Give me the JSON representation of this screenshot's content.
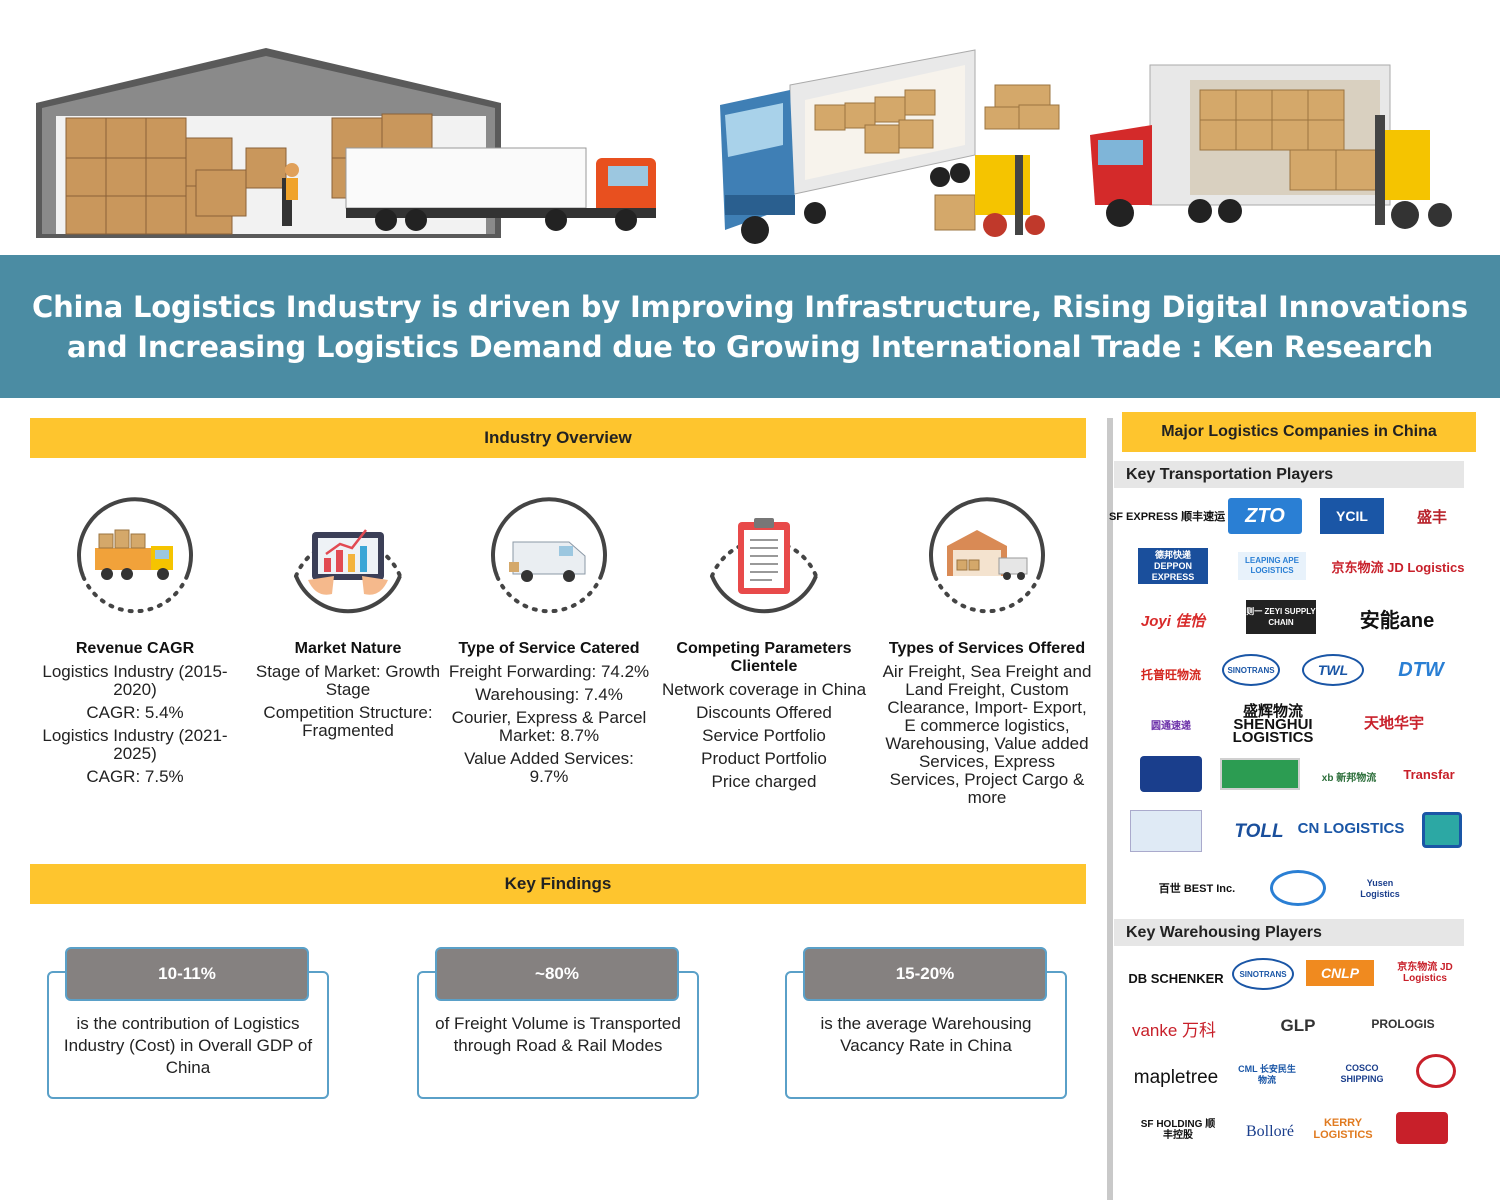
{
  "title": "China Logistics Industry is driven by Improving Infrastructure, Rising Digital Innovations and Increasing Logistics Demand due to Growing International Trade : Ken Research",
  "colors": {
    "banner": "#4b8ca3",
    "accent_yellow": "#fec52e",
    "tag_gray": "#858180",
    "box_border": "#5aa0c8"
  },
  "industry_overview": {
    "heading": "Industry Overview",
    "columns": [
      {
        "icon": "truck-icon",
        "title": "Revenue CAGR",
        "lines": [
          "Logistics Industry (2015-2020)",
          "CAGR: 5.4%",
          "Logistics Industry (2021-2025)",
          "CAGR: 7.5%"
        ]
      },
      {
        "icon": "tablet-chart-icon",
        "title": "Market Nature",
        "lines": [
          "Stage of Market: Growth Stage",
          "Competition Structure: Fragmented"
        ]
      },
      {
        "icon": "van-icon",
        "title": "Type of Service Catered",
        "lines": [
          "Freight Forwarding: 74.2%",
          "Warehousing: 7.4%",
          "Courier, Express & Parcel Market: 8.7%",
          "Value Added Services: 9.7%"
        ]
      },
      {
        "icon": "clipboard-icon",
        "title": "Competing Parameters Clientele",
        "lines": [
          "Network coverage in China",
          "Discounts Offered",
          "Service Portfolio",
          "Product Portfolio",
          "Price charged"
        ]
      },
      {
        "icon": "warehouse-icon",
        "title": "Types of Services Offered",
        "lines": [
          "Air Freight, Sea Freight and Land Freight, Custom Clearance, Import- Export, E commerce logistics, Warehousing, Value added Services, Express Services, Project Cargo  & more"
        ]
      }
    ]
  },
  "key_findings": {
    "heading": "Key Findings",
    "items": [
      {
        "value": "10-11%",
        "text": "is the contribution of Logistics Industry (Cost) in Overall GDP of China"
      },
      {
        "value": "~80%",
        "text": "of Freight Volume is Transported through Road & Rail Modes"
      },
      {
        "value": "15-20%",
        "text": "is the average Warehousing Vacancy Rate in China"
      }
    ]
  },
  "companies": {
    "heading": "Major  Logistics Companies in China",
    "transport_heading": "Key Transportation Players",
    "transport_logos": [
      "SF EXPRESS 顺丰速运",
      "ZTO",
      "YCIL",
      "盛丰",
      "德邦快递 DEPPON EXPRESS",
      "LEAPING APE LOGISTICS",
      "京东物流 JD Logistics",
      "Joyi 佳怡",
      "则一 ZEYI SUPPLY CHAIN",
      "安能ane",
      "托普旺物流",
      "SINOTRANS",
      "TWL",
      "DTW",
      "圆通速递",
      "盛辉物流 SHENGHUI LOGISTICS",
      "天地华宇",
      "xb 新邦物流",
      "Transfar",
      "TOLL",
      "CN LOGISTICS",
      "百世 BEST Inc.",
      "Yusen Logistics"
    ],
    "warehouse_heading": "Key Warehousing Players",
    "warehouse_logos": [
      "DB SCHENKER",
      "SINOTRANS",
      "CNLP",
      "京东物流 JD Logistics",
      "vanke 万科",
      "GLP",
      "PROLOGIS",
      "mapletree",
      "CML 长安民生物流",
      "COSCO SHIPPING",
      "SF HOLDING 顺丰控股",
      "Bolloré",
      "KERRY LOGISTICS"
    ]
  }
}
